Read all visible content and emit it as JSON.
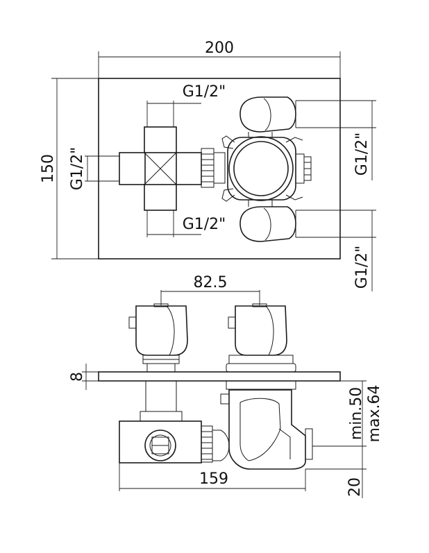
{
  "top_view": {
    "width_label": "200",
    "height_label": "150",
    "thread_top_label": "G1/2\"",
    "thread_bottom_label": "G1/2\"",
    "thread_left_label": "G1/2\"",
    "thread_right_top_label": "G1/2\"",
    "thread_right_bottom_label": "G1/2\""
  },
  "side_view": {
    "spacing_label": "82.5",
    "plate_thickness_label": "8",
    "depth_min_label": "min.50",
    "depth_max_label": "max.64",
    "width_label": "159",
    "offset_label": "20"
  }
}
